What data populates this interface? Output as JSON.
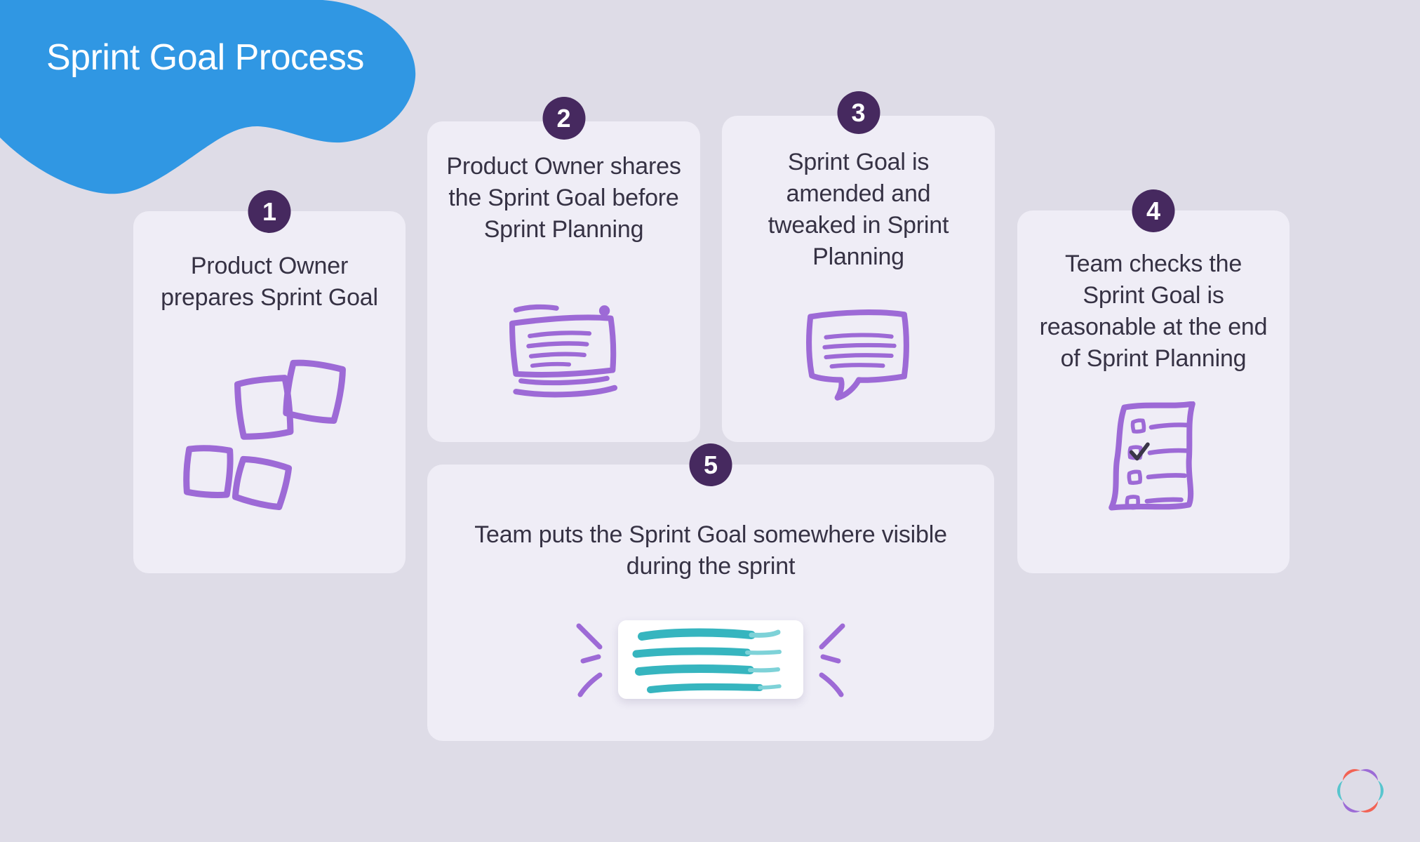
{
  "title": "Sprint Goal Process",
  "steps": [
    {
      "number": "1",
      "text": "Product Owner\nprepares Sprint Goal",
      "illustration": "sticky-notes"
    },
    {
      "number": "2",
      "text": "Product Owner shares\nthe Sprint Goal before\nSprint Planning",
      "illustration": "document-stack"
    },
    {
      "number": "3",
      "text": "Sprint Goal is\namended and\ntweaked in Sprint\nPlanning",
      "illustration": "speech-bubble"
    },
    {
      "number": "4",
      "text": "Team checks the\nSprint Goal is\nreasonable at the end\nof Sprint Planning",
      "illustration": "checklist"
    },
    {
      "number": "5",
      "text": "Team puts the Sprint Goal somewhere visible\nduring the sprint",
      "illustration": "highlighted-note"
    }
  ],
  "colors": {
    "page_background": "#dedce7",
    "card_background": "#efedf6",
    "header_blob": "#3097e3",
    "badge": "#46295f",
    "text": "#363244",
    "illustration_purple": "#9d6ad6",
    "highlight_teal": "#36b5bf",
    "logo_coral": "#f26254",
    "logo_purple": "#9c6bd6",
    "logo_teal": "#58c5ce"
  },
  "logo": "pinwheel-logo"
}
